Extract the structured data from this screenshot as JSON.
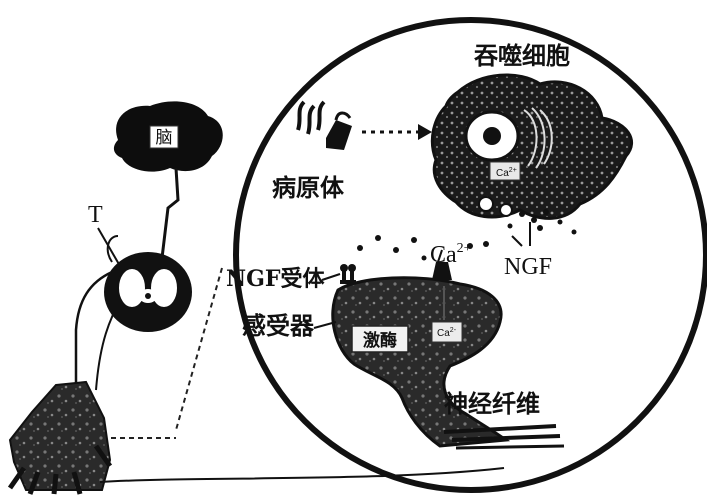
{
  "labels": {
    "brain": "脑",
    "t_label": "T",
    "pathogen": "病原体",
    "phagocyte": "吞噬细胞",
    "ca_phagocyte": "Ca",
    "ca_phagocyte_sup": "2+",
    "ca_top": "Ca",
    "ca_top_sup": "2+",
    "ngf": "NGF",
    "ngf_receptor": "NGF受体",
    "receptor": "感受器",
    "enzyme": "激酶",
    "ca_receptor": "Ca",
    "ca_receptor_sup": "2-",
    "nerve_fiber": "神经纤维"
  }
}
